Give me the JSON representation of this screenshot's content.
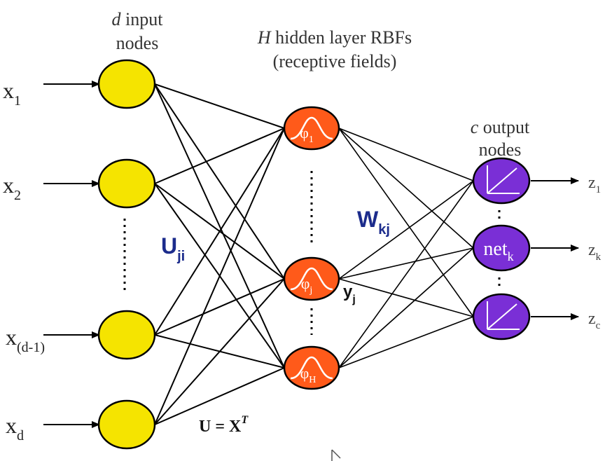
{
  "header_input": {
    "italic": "d",
    "line1_rest": " input",
    "line2": "nodes"
  },
  "header_hidden": {
    "italic": "H",
    "line1_rest": " hidden layer RBFs",
    "line2": "(receptive fields)"
  },
  "header_output": {
    "italic": "c",
    "line1_rest": " output",
    "line2": "nodes"
  },
  "inputs": [
    {
      "base": "x",
      "sub": "1"
    },
    {
      "base": "x",
      "sub": "2"
    },
    {
      "base": "x",
      "sub": "(d-1)"
    },
    {
      "base": "x",
      "sub": "d"
    }
  ],
  "hidden": [
    {
      "base": "φ",
      "sub": "1"
    },
    {
      "base": "φ",
      "sub": "j"
    },
    {
      "base": "φ",
      "sub": "H"
    }
  ],
  "output_middle": {
    "base": "net",
    "sub": "k"
  },
  "outputs": [
    {
      "base": "z",
      "sub": "1"
    },
    {
      "base": "z",
      "sub": "k"
    },
    {
      "base": "z",
      "sub": "c"
    }
  ],
  "weights_input": {
    "base": "U",
    "sub": "ji"
  },
  "weights_output": {
    "base": "W",
    "sub": "kj"
  },
  "hidden_output": {
    "base": "y",
    "sub": "j"
  },
  "equation": {
    "lhs": "U = X",
    "sup": "T"
  },
  "colors": {
    "input_node": "#f5e400",
    "hidden_node": "#ff5a1a",
    "output_node": "#7a2fd6",
    "label_blue": "#1c2c8c",
    "line": "#000000"
  }
}
